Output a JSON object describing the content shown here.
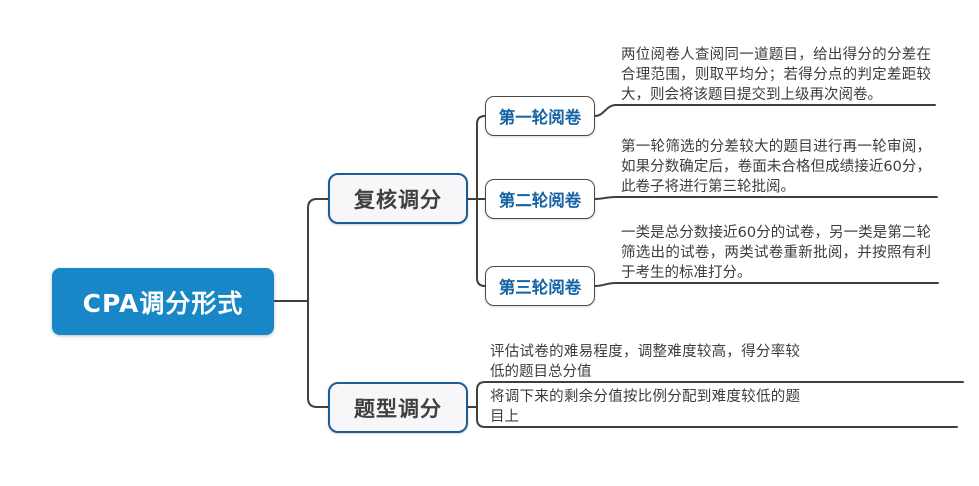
{
  "root": {
    "label": "CPA调分形式"
  },
  "colors": {
    "root_fill": "#1787c8",
    "root_text": "#ffffff",
    "branch_border": "#1b5e97",
    "branch_fill": "#f7f7f9",
    "subtopic_text": "#1663a5",
    "subtopic_border": "#4a4a4a",
    "connector_line": "#404040",
    "body_text": "#3d3d3d",
    "background": "#ffffff"
  },
  "branches": [
    {
      "label": "复核调分",
      "children": [
        {
          "label": "第一轮阅卷",
          "desc": "两位阅卷人查阅同一道题目，给出得分的分差在合理范围，则取平均分；若得分点的判定差距较大，则会将该题目提交到上级再次阅卷。"
        },
        {
          "label": "第二轮阅卷",
          "desc": "第一轮筛选的分差较大的题目进行再一轮审阅，如果分数确定后，卷面未合格但成绩接近60分，此卷子将进行第三轮批阅。"
        },
        {
          "label": "第三轮阅卷",
          "desc": "一类是总分数接近60分的试卷，另一类是第二轮筛选出的试卷，两类试卷重新批阅，并按照有利于考生的标准打分。"
        }
      ]
    },
    {
      "label": "题型调分",
      "children": [
        {
          "desc": "评估试卷的难易程度，调整难度较高，得分率较低的题目总分值"
        },
        {
          "desc": "将调下来的剩余分值按比例分配到难度较低的题目上"
        }
      ]
    }
  ]
}
